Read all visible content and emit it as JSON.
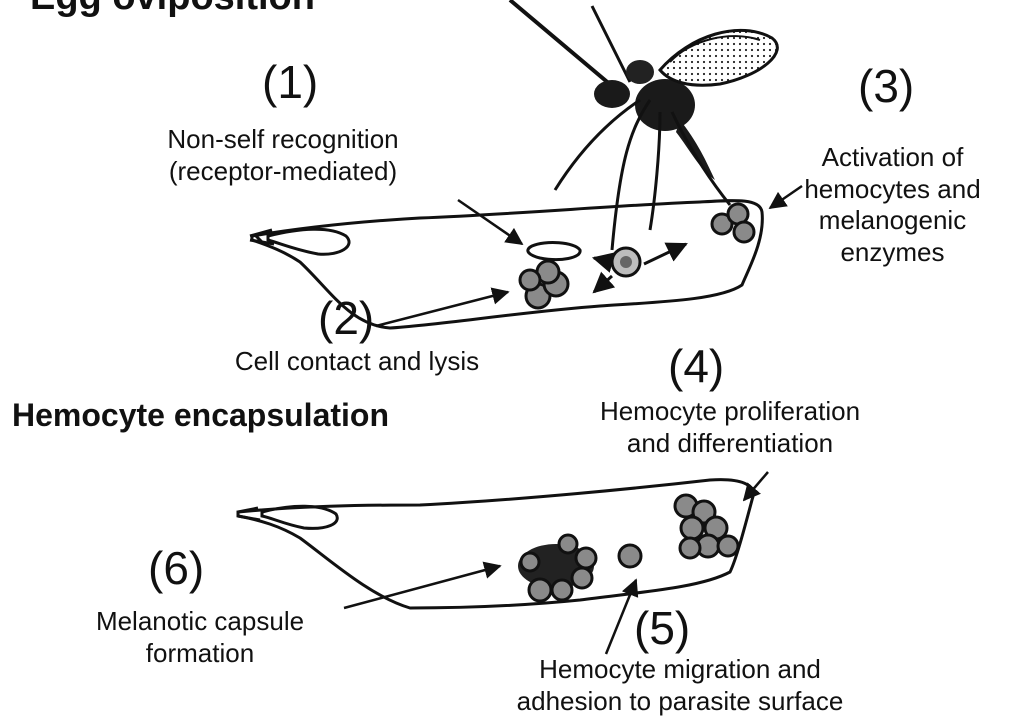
{
  "diagram": {
    "top_heading_partial": "Egg oviposition",
    "section_heading": "Hemocyte encapsulation",
    "steps": [
      {
        "number": "(1)",
        "lines": [
          "Non-self recognition",
          "(receptor-mediated)"
        ]
      },
      {
        "number": "(2)",
        "lines": [
          "Cell contact and lysis"
        ]
      },
      {
        "number": "(3)",
        "lines": [
          "Activation of",
          "hemocytes and",
          "melanogenic",
          "enzymes"
        ]
      },
      {
        "number": "(4)",
        "lines": [
          "Hemocyte proliferation",
          "and differentiation"
        ]
      },
      {
        "number": "(5)",
        "lines": [
          "Hemocyte migration and",
          "adhesion to parasite surface"
        ]
      },
      {
        "number": "(6)",
        "lines": [
          "Melanotic capsule",
          "formation"
        ]
      }
    ]
  }
}
